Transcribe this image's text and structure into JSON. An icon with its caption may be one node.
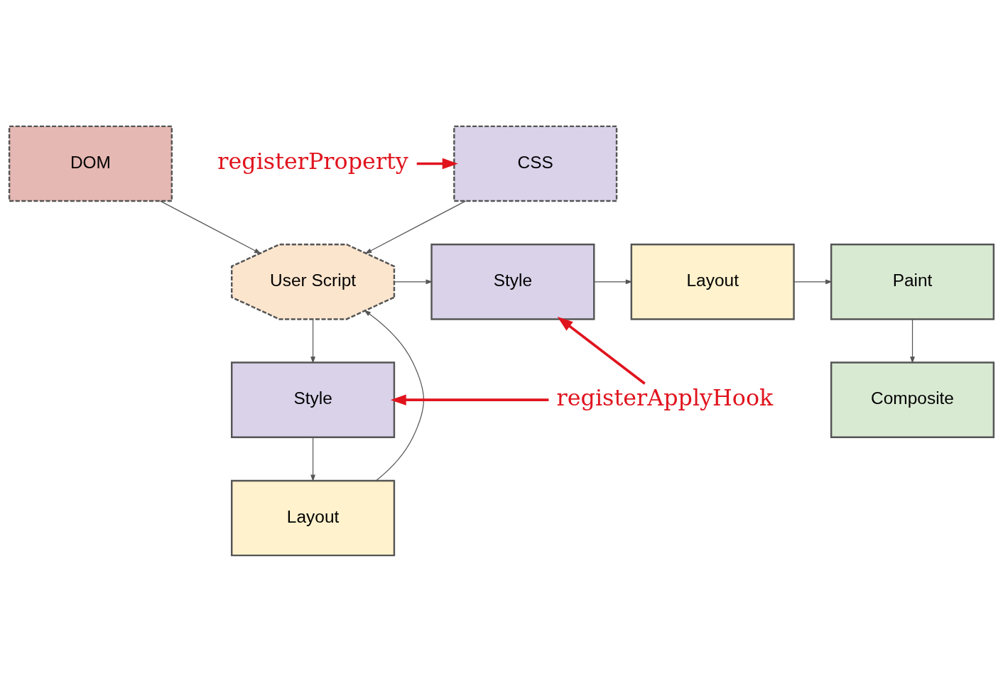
{
  "diagram": {
    "nodes": [
      {
        "text": [
          "DOM"
        ]
      },
      {
        "text": [
          "CSS"
        ]
      },
      {
        "text": [
          "User Script"
        ]
      },
      {
        "text": [
          "Style"
        ]
      },
      {
        "text": [
          "Layout"
        ]
      },
      {
        "text": [
          "Paint"
        ]
      },
      {
        "text": [
          "Style"
        ]
      },
      {
        "text": [
          "Layout"
        ]
      },
      {
        "text": [
          "Composite"
        ]
      },
      {
        "text": [
          "registerProperty"
        ]
      },
      {
        "text": [
          "registerApplyHook"
        ]
      }
    ],
    "edges": [
      {
        "from": 0,
        "to": 2,
        "arrow": "to"
      },
      {
        "from": 1,
        "to": 2,
        "arrow": "to"
      },
      {
        "from": 2,
        "to": 3,
        "arrow": "to"
      },
      {
        "from": 3,
        "to": 4,
        "arrow": "to"
      },
      {
        "from": 4,
        "to": 5,
        "arrow": "to"
      },
      {
        "from": 2,
        "to": 6,
        "arrow": "to"
      },
      {
        "from": 6,
        "to": 7,
        "arrow": "to"
      },
      {
        "from": 7,
        "to": 2,
        "arrow": "to"
      },
      {
        "from": 5,
        "to": 8,
        "arrow": "to"
      },
      {
        "from": 9,
        "to": 1,
        "arrow": "to",
        "style": "thick",
        "color": "#e0141e"
      },
      {
        "from": 10,
        "to": 3,
        "arrow": "to",
        "style": "thick",
        "color": "#e0141e"
      },
      {
        "from": 10,
        "to": 6,
        "arrow": "to",
        "style": "thick",
        "color": "#e0141e"
      }
    ]
  }
}
